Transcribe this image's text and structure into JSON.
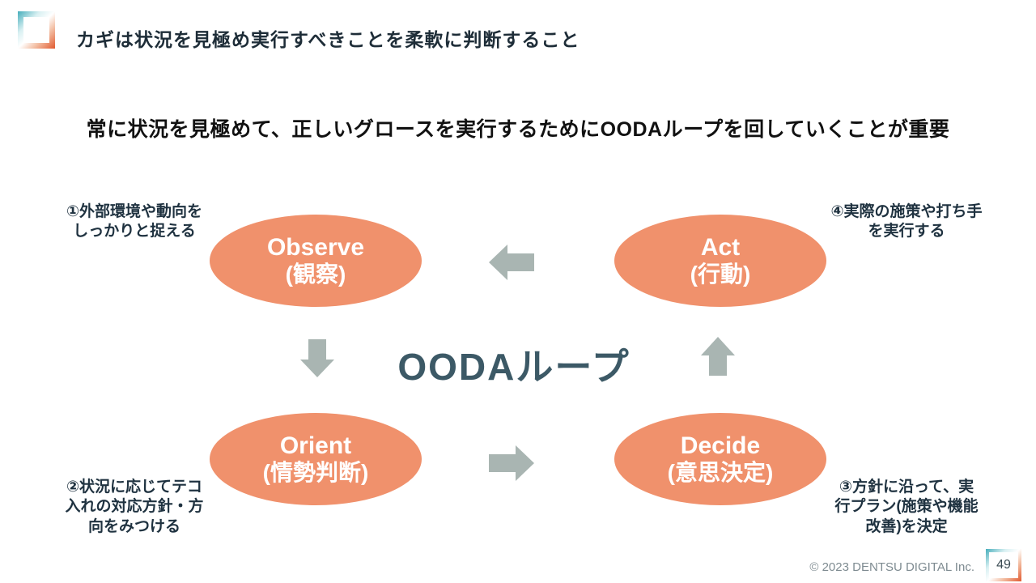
{
  "theme": {
    "bg": "#FFFFFF",
    "title_color": "#1E2D38",
    "text_dark": "#1F3240",
    "lead_color": "#111111",
    "ellipse_fill": "#F0916C",
    "ellipse_text": "#FFFFFF",
    "arrow_color": "#A9B5B2",
    "ooda_color": "#3C5966",
    "footer_color": "#7E8B91",
    "logo_teal": "#45ADBB",
    "logo_orange": "#E15A2F"
  },
  "header": {
    "title": "カギは状況を見極め実行すべきことを柔軟に判断すること"
  },
  "lead": "常に状況を見極めて、正しいグロースを実行するためにOODAループを回していくことが重要",
  "diagram": {
    "center_label": "OODAループ",
    "nodes": {
      "observe": {
        "en": "Observe",
        "ja": "(観察)"
      },
      "act": {
        "en": "Act",
        "ja": "(行動)"
      },
      "orient": {
        "en": "Orient",
        "ja": "(情勢判断)"
      },
      "decide": {
        "en": "Decide",
        "ja": "(意思決定)"
      }
    },
    "annotations": {
      "a1": {
        "line1": "①外部環境や動向を",
        "line2": "しっかりと捉える"
      },
      "a2": {
        "line1": "②状況に応じてテコ",
        "line2": "入れの対応方針・方",
        "line3": "向をみつける"
      },
      "a3": {
        "line1": "③方針に沿って、実",
        "line2": "行プラン(施策や機能",
        "line3": "改善)を決定"
      },
      "a4": {
        "line1": "④実際の施策や打ち手",
        "line2": "を実行する"
      }
    }
  },
  "footer": {
    "copyright": "© 2023 DENTSU DIGITAL Inc.",
    "page": "49"
  }
}
